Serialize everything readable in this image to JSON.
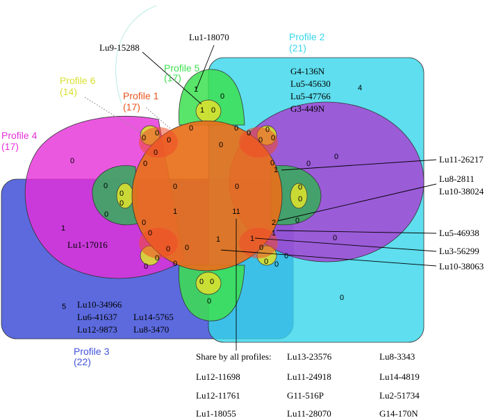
{
  "profiles": [
    {
      "name": "Profile 1",
      "count": "(17)",
      "color": "#e8541e"
    },
    {
      "name": "Profile 2",
      "count": "(21)",
      "color": "#36d6ea"
    },
    {
      "name": "Profile 3",
      "count": "(22)",
      "color": "#4050d8"
    },
    {
      "name": "Profile 4",
      "count": "(17)",
      "color": "#e62ed8"
    },
    {
      "name": "Profile 5",
      "count": "(17)",
      "color": "#3ce050"
    },
    {
      "name": "Profile 6",
      "count": "(14)",
      "color": "#d8e030"
    }
  ],
  "region_counts": {
    "center": "11",
    "p2_only": "4",
    "p3_only": "5",
    "p4_only": "0",
    "p4_in_p3": "1",
    "p2_in_p4": "0",
    "p2_p3_p4": "0",
    "p2_p3": "0",
    "p5_top": "1",
    "p5_top_right": "0",
    "p6_top": "1",
    "p6_top_right": "0",
    "top_1": "0",
    "top_2": "0",
    "top_3": "0",
    "upper_left_1": "0",
    "upper_left_2": "0",
    "upper_left_3": "0",
    "mid_1": "0",
    "mid_2": "0",
    "mid_3": "0",
    "mid_4": "0",
    "mid_5": "1",
    "right_1": "1",
    "right_2": "2",
    "right_3": "1",
    "right_4": "1",
    "right_5": "0",
    "right_6": "0",
    "right_7": "0",
    "right_8": "0",
    "right_9": "0",
    "left_1": "0",
    "left_2": "0",
    "left_3": "0",
    "left_4": "0",
    "left_5": "0",
    "left_6": "0",
    "lower_1": "0",
    "lower_2": "0",
    "lower_3": "0",
    "lower_4": "0",
    "lower_5": "0",
    "lower_6": "0",
    "lower_7": "0",
    "lower_8": "0",
    "bottom_1": "0",
    "bottom_2": "0",
    "bottom_3": "0",
    "bottom_4": "0",
    "upper_right_1": "0",
    "upper_right_2": "0",
    "upper_right_3": "0",
    "upper_right_4": "0"
  },
  "annotations": {
    "lu1_18070": "Lu1-18070",
    "lu9_15288": "Lu9-15288",
    "lu11_26217": "Lu11-26217",
    "lu8_2811": "Lu8-2811",
    "lu10_38024": "Lu10-38024",
    "lu5_46938": "Lu5-46938",
    "lu3_56299": "Lu3-56299",
    "lu10_38063": "Lu10-38063",
    "lu1_17016": "Lu1-17016"
  },
  "profile2_genes": [
    "G4-136N",
    "Lu5-45630",
    "Lu5-47766",
    "G3-449N"
  ],
  "profile3_genes": [
    "Lu10-34966",
    "Lu6-41637",
    "Lu14-5765",
    "Lu12-9873",
    "Lu8-3470"
  ],
  "shared": {
    "label": "Share by all profiles:",
    "genes": [
      "Lu13-23576",
      "Lu8-3343",
      "Lu12-11698",
      "Lu11-24918",
      "Lu14-4819",
      "Lu12-11761",
      "G11-516P",
      "Lu2-51734",
      "Lu1-18055",
      "Lu11-28070",
      "G14-170N"
    ]
  }
}
